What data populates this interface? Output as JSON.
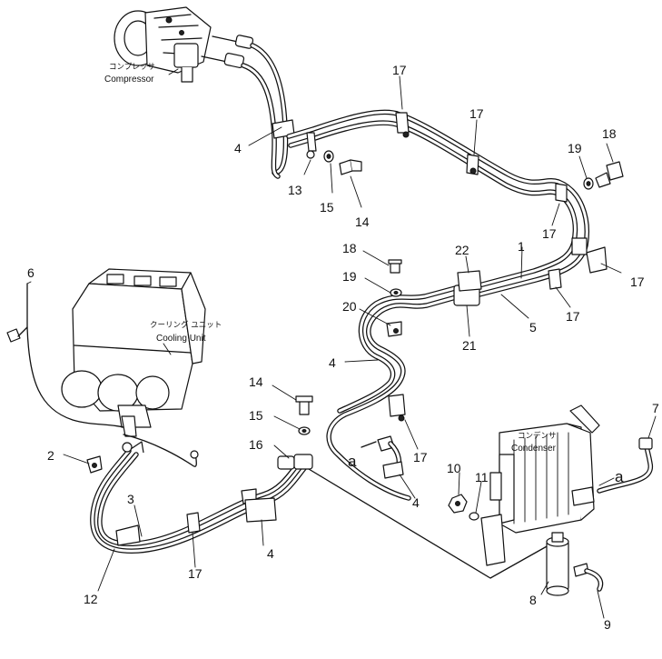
{
  "labels": {
    "compressor_jp": "コンプレッサ",
    "compressor_en": "Compressor",
    "cooling_jp": "クーリング ユニット",
    "cooling_en": "Cooling Unit",
    "condenser_jp": "コンデンサ",
    "condenser_en": "Condenser"
  },
  "callouts": [
    {
      "id": "c1",
      "text": "1"
    },
    {
      "id": "c2",
      "text": "2"
    },
    {
      "id": "c3",
      "text": "3"
    },
    {
      "id": "c4a",
      "text": "4"
    },
    {
      "id": "c4b",
      "text": "4"
    },
    {
      "id": "c4c",
      "text": "4"
    },
    {
      "id": "c4d",
      "text": "4"
    },
    {
      "id": "c5",
      "text": "5"
    },
    {
      "id": "c6",
      "text": "6"
    },
    {
      "id": "c7",
      "text": "7"
    },
    {
      "id": "c8",
      "text": "8"
    },
    {
      "id": "c9",
      "text": "9"
    },
    {
      "id": "c10",
      "text": "10"
    },
    {
      "id": "c11",
      "text": "11"
    },
    {
      "id": "c12",
      "text": "12"
    },
    {
      "id": "c13",
      "text": "13"
    },
    {
      "id": "c14a",
      "text": "14"
    },
    {
      "id": "c14b",
      "text": "14"
    },
    {
      "id": "c15a",
      "text": "15"
    },
    {
      "id": "c15b",
      "text": "15"
    },
    {
      "id": "c16",
      "text": "16"
    },
    {
      "id": "c17a",
      "text": "17"
    },
    {
      "id": "c17b",
      "text": "17"
    },
    {
      "id": "c17c",
      "text": "17"
    },
    {
      "id": "c17d",
      "text": "17"
    },
    {
      "id": "c17e",
      "text": "17"
    },
    {
      "id": "c17f",
      "text": "17"
    },
    {
      "id": "c17g",
      "text": "17"
    },
    {
      "id": "c18a",
      "text": "18"
    },
    {
      "id": "c18b",
      "text": "18"
    },
    {
      "id": "c19a",
      "text": "19"
    },
    {
      "id": "c19b",
      "text": "19"
    },
    {
      "id": "c20",
      "text": "20"
    },
    {
      "id": "c21",
      "text": "21"
    },
    {
      "id": "c22",
      "text": "22"
    }
  ],
  "connection_marks": [
    {
      "id": "a1",
      "text": "a"
    },
    {
      "id": "a2",
      "text": "a"
    }
  ]
}
